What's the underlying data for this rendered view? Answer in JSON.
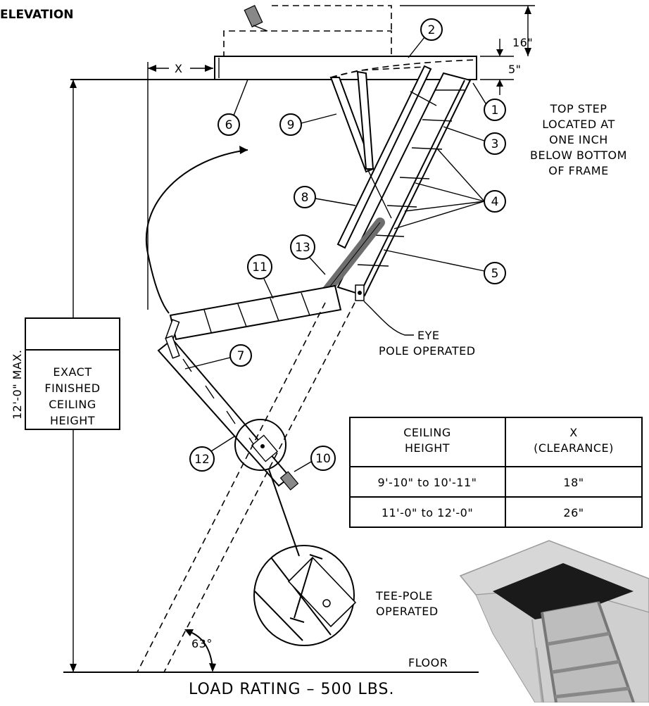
{
  "title": "ELEVATION",
  "dimensions": {
    "height_total": "16\"",
    "frame_depth": "5\"",
    "clearance": "X",
    "max_height": "12'-0\" MAX.",
    "angle": "63°"
  },
  "callouts": [
    "1",
    "2",
    "3",
    "4",
    "5",
    "6",
    "7",
    "8",
    "9",
    "10",
    "11",
    "12",
    "13"
  ],
  "notes": {
    "top_step": [
      "TOP STEP",
      "LOCATED AT",
      "ONE INCH",
      "BELOW BOTTOM",
      "OF FRAME"
    ],
    "eye": [
      "EYE",
      "POLE OPERATED"
    ],
    "tee": [
      "TEE-POLE",
      "OPERATED"
    ],
    "floor": "FLOOR",
    "load": "LOAD RATING  –  500 LBS."
  },
  "ceiling_box": [
    "EXACT",
    "FINISHED",
    "CEILING",
    "HEIGHT"
  ],
  "clearance_table": {
    "headers": [
      [
        "CEILING",
        "HEIGHT"
      ],
      [
        "X",
        "(CLEARANCE)"
      ]
    ],
    "rows": [
      [
        "9'-10\" to 10'-11\"",
        "18\""
      ],
      [
        "11'-0\" to 12'-0\"",
        "26\""
      ]
    ]
  },
  "colors": {
    "line": "#000000",
    "pole": "#6e6e6e",
    "photo_frame": "#c8c8c8",
    "photo_hole": "#1a1a1a"
  }
}
